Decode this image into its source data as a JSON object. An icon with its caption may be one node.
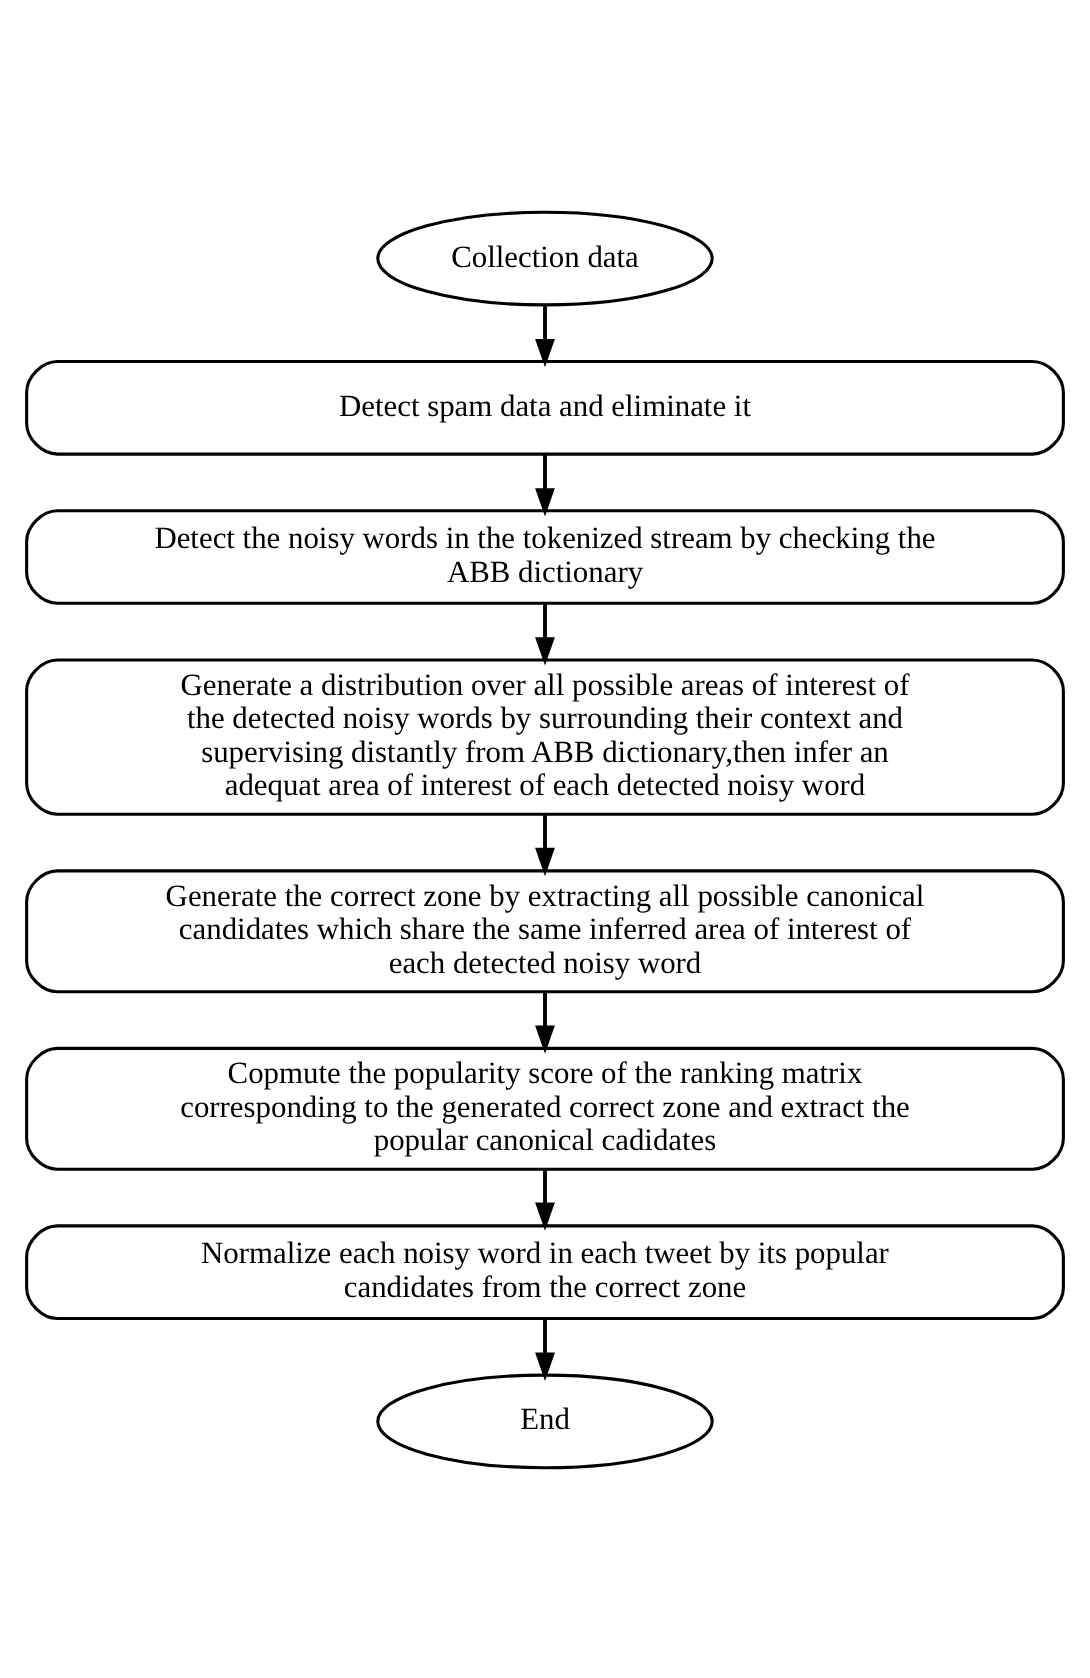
{
  "diagram": {
    "nodes": [
      {
        "text": [
          "Collection data"
        ]
      },
      {
        "text": [
          "Detect spam data and eliminate it"
        ]
      },
      {
        "text": [
          "Detect the noisy words in the tokenized stream by checking the ABB dictionary"
        ]
      },
      {
        "text": [
          "Generate a distribution over all possible areas of interest of the detected noisy words by surrounding their context and supervising distantly from ABB dictionary,then infer an adequat area of interest of each detected noisy word"
        ]
      },
      {
        "text": [
          "Generate the correct zone by extracting all possible canonical candidates which share the same inferred area of interest of each detected noisy word"
        ]
      },
      {
        "text": [
          "Copmute the popularity score of the ranking matrix corresponding to the generated correct zone and extract the popular canonical cadidates"
        ]
      },
      {
        "text": [
          "Normalize each noisy word in each tweet by its popular candidates from the correct zone"
        ]
      },
      {
        "text": [
          "End"
        ]
      }
    ],
    "edges": [
      {
        "from": 0,
        "to": 1,
        "arrow": "to"
      },
      {
        "from": 1,
        "to": 2,
        "arrow": "to"
      },
      {
        "from": 2,
        "to": 3,
        "arrow": "to"
      },
      {
        "from": 3,
        "to": 4,
        "arrow": "to"
      },
      {
        "from": 4,
        "to": 5,
        "arrow": "to"
      },
      {
        "from": 5,
        "to": 6,
        "arrow": "to"
      },
      {
        "from": 6,
        "to": 7,
        "arrow": "to"
      }
    ]
  }
}
